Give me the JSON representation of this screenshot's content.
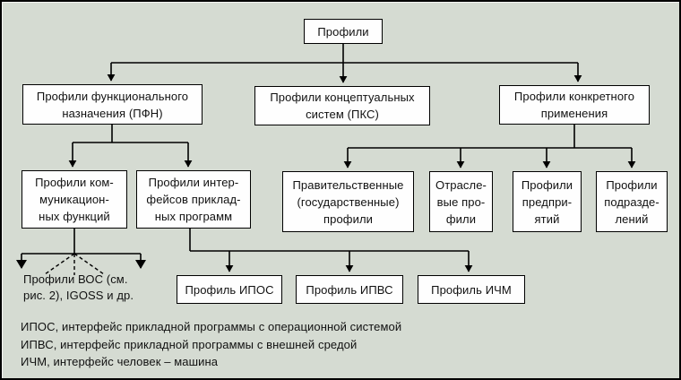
{
  "colors": {
    "background": "#d5dbd2",
    "box_fill": "#fefefe",
    "line": "#000000",
    "text": "#111111"
  },
  "nodes": {
    "root": {
      "label": "Профили"
    },
    "pfn": {
      "label": "Профили функционального\nназначения (ПФН)"
    },
    "pks": {
      "label": "Профили концептуальных\nсистем (ПКС)"
    },
    "pka": {
      "label": "Профили конкретного\nприменения"
    },
    "comm": {
      "label": "Профили ком-\nмуникацион-\nных функций"
    },
    "iface": {
      "label": "Профили интер-\nфейсов приклад-\nных программ"
    },
    "gov": {
      "label": "Правительственные\n(государственные)\nпрофили"
    },
    "otr": {
      "label": "Отрасле-\nвые про-\nфили"
    },
    "pred": {
      "label": "Профили\nпредпри-\nятий"
    },
    "podr": {
      "label": "Профили\nподразде-\nлений"
    },
    "ipos": {
      "label": "Профиль ИПОС"
    },
    "ipvs": {
      "label": "Профиль ИПВС"
    },
    "ichm": {
      "label": "Профиль ИЧМ"
    },
    "vos_note": {
      "label": "Профили ВОС (см.\nрис. 2), IGOSS и др."
    }
  },
  "legend": {
    "lines": [
      "ИПОС, интерфейс прикладной программы с операционной системой",
      "ИПВС, интерфейс прикладной программы с внешней средой",
      "ИЧМ, интерфейс человек – машина"
    ]
  }
}
